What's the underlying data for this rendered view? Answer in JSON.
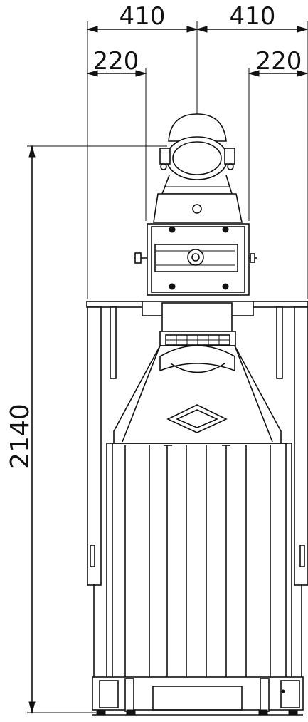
{
  "dimensions": {
    "top_left_width": "410",
    "top_right_width": "410",
    "left_offset": "220",
    "right_offset": "220",
    "total_height": "2140"
  }
}
